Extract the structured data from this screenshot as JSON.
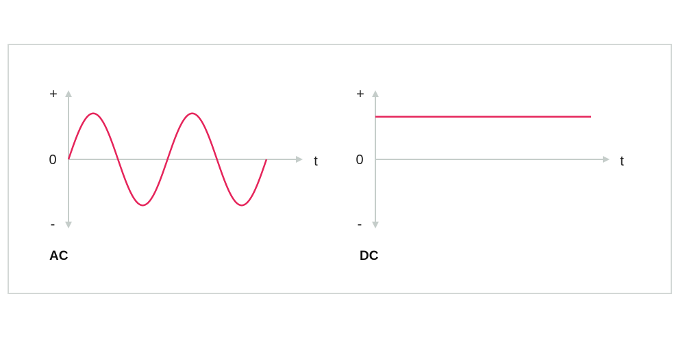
{
  "colors": {
    "axis": "#c5cdca",
    "signal": "#e5245a",
    "frame": "#d3d8d6"
  },
  "panels": [
    {
      "id": "ac",
      "title": "AC",
      "plus_label": "+",
      "zero_label": "0",
      "minus_label": "-",
      "time_label": "t",
      "signal": {
        "kind": "sine",
        "cycles": 2,
        "amplitude_fraction": 0.7
      }
    },
    {
      "id": "dc",
      "title": "DC",
      "plus_label": "+",
      "zero_label": "0",
      "minus_label": "-",
      "time_label": "t",
      "signal": {
        "kind": "constant",
        "level_fraction": 0.65
      }
    }
  ]
}
